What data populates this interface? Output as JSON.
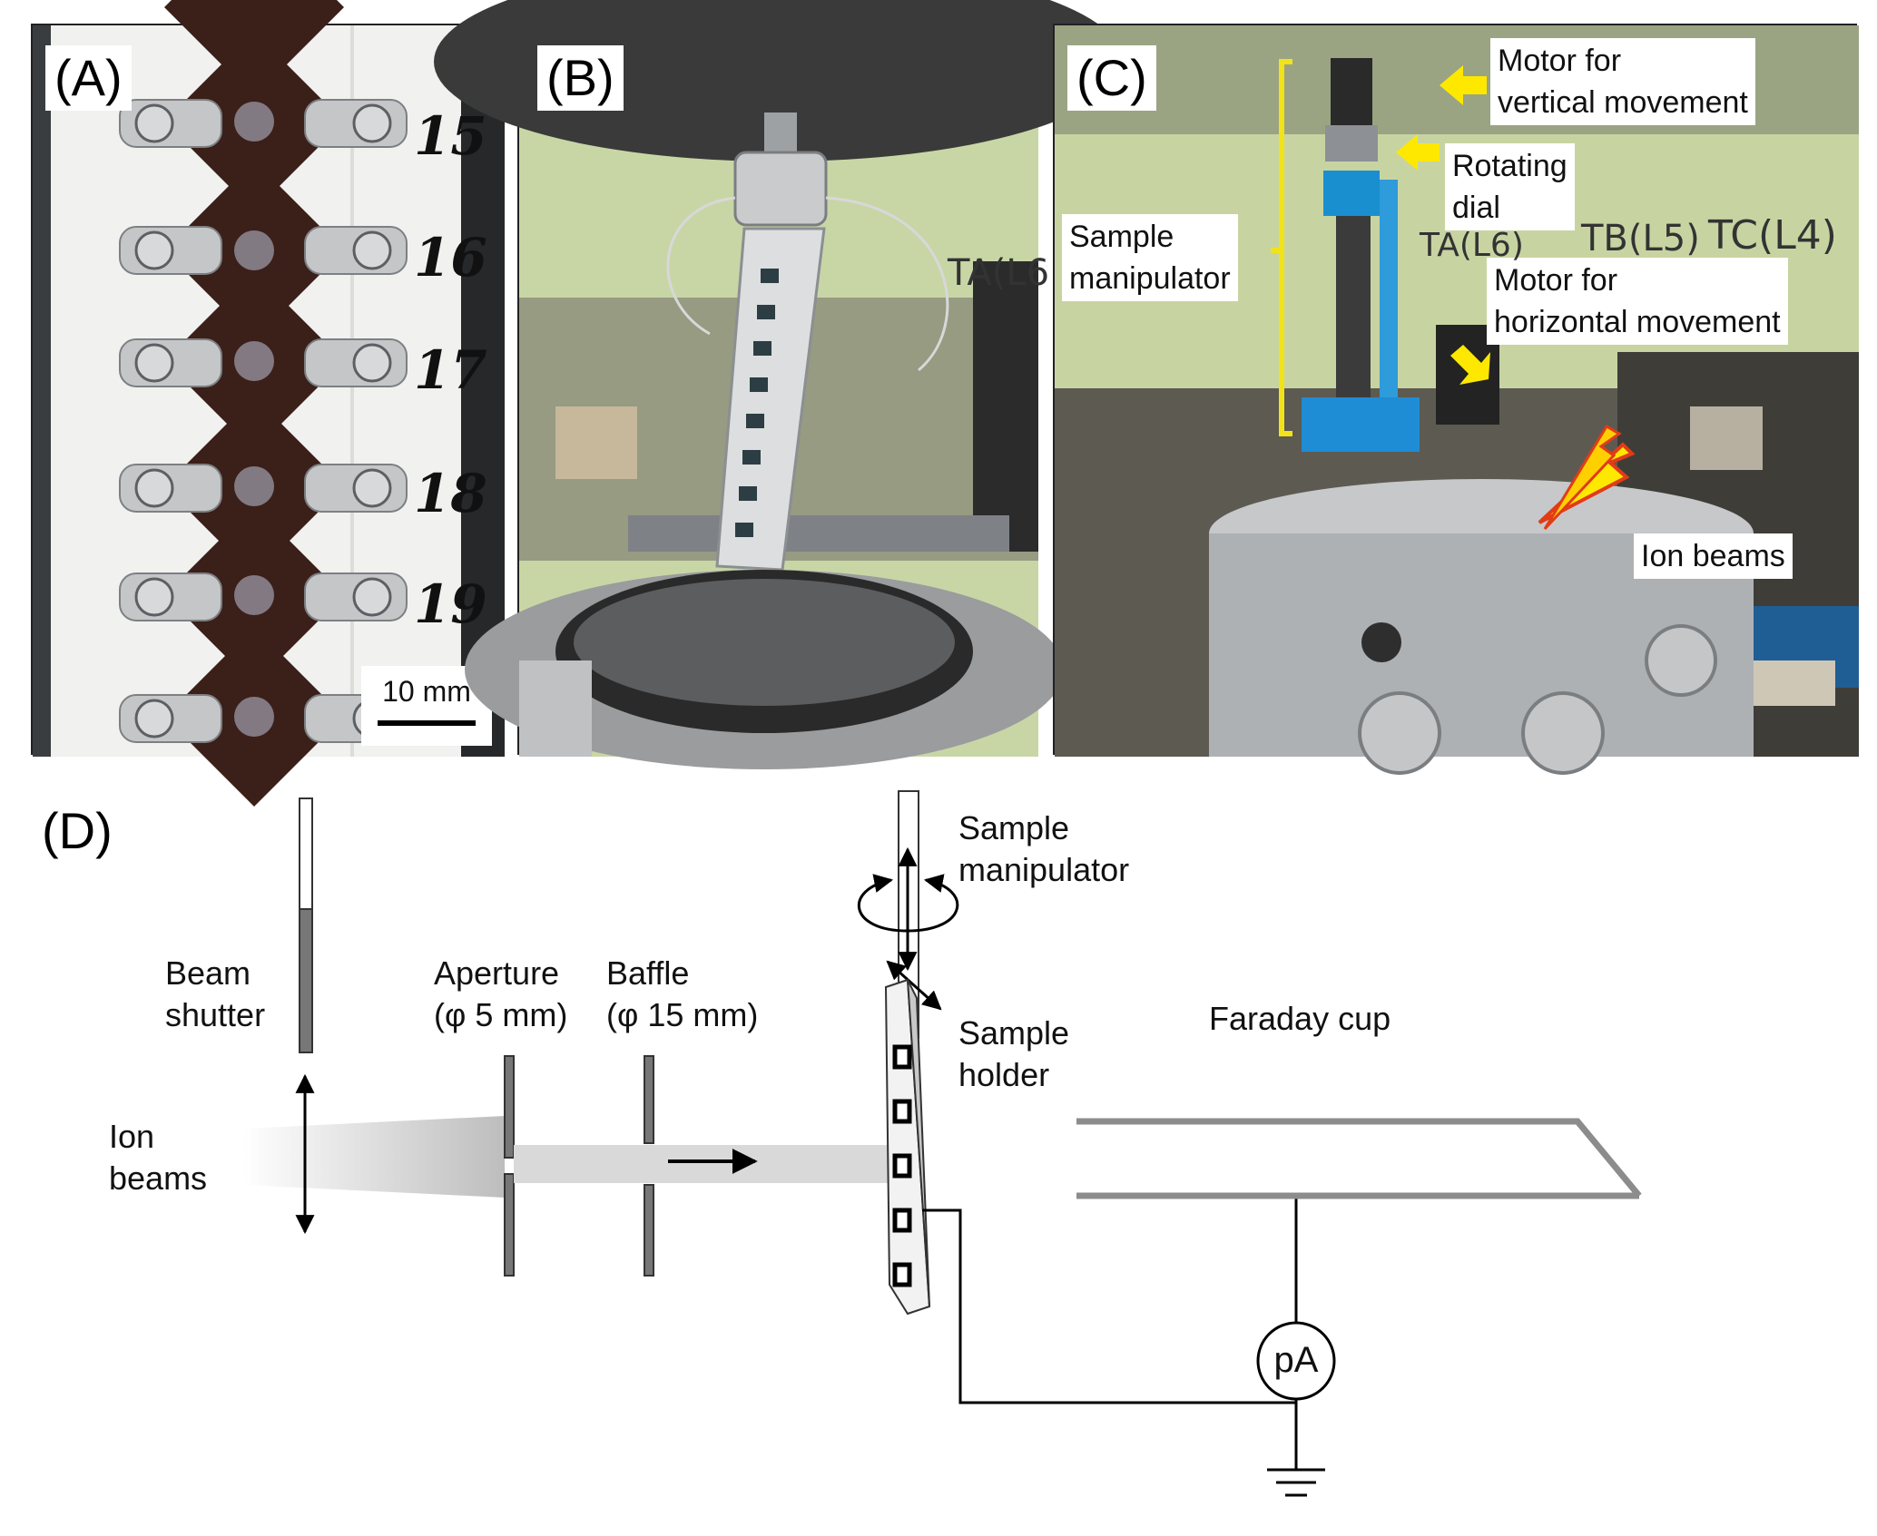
{
  "panels": {
    "a": {
      "label": "(A)",
      "numbers": [
        "15",
        "16",
        "17",
        "18",
        "19"
      ],
      "scale_bar": "10 mm"
    },
    "b": {
      "label": "(B)",
      "wall_text": "TA(L6"
    },
    "c": {
      "label": "(C)",
      "annotations": {
        "motor_vertical": "Motor for\n vertical movement",
        "rotating_dial": "Rotating\ndial",
        "sample_manipulator": "Sample\nmanipulator",
        "motor_horizontal": "Motor for\nhorizontal movement",
        "ion_beams": "Ion beams"
      },
      "wall_text": {
        "ta": "TA(L6)",
        "tb": "TB(L5)",
        "tc": "TC(L4)"
      }
    },
    "d": {
      "label": "(D)",
      "labels": {
        "beam_shutter": "Beam\nshutter",
        "ion_beams": "Ion\nbeams",
        "aperture": "Aperture\n(φ 5 mm)",
        "baffle": "Baffle\n(φ 15 mm)",
        "sample_manipulator": "Sample\nmanipulator",
        "sample_holder": "Sample\nholder",
        "faraday_cup": "Faraday cup",
        "picoammeter": "pA"
      }
    }
  },
  "colors": {
    "arrow_yellow": "#ffe800",
    "bracket_yellow": "#f2e21a",
    "wall_green": "#c9d8a8",
    "beam_gray": "#d9d9d9",
    "cup_gray": "#8c8c8c"
  }
}
